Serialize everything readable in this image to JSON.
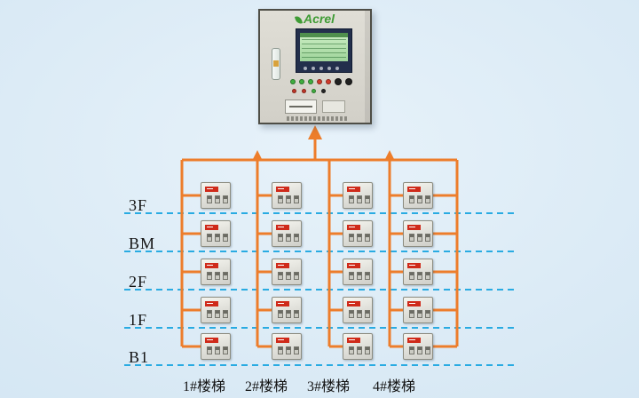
{
  "cabinet": {
    "brand": "Acrel"
  },
  "floors": [
    {
      "label": "3F"
    },
    {
      "label": "BM"
    },
    {
      "label": "2F"
    },
    {
      "label": "1F"
    },
    {
      "label": "B1"
    }
  ],
  "stairs": [
    {
      "label": "1#楼梯"
    },
    {
      "label": "2#楼梯"
    },
    {
      "label": "3#楼梯"
    },
    {
      "label": "4#楼梯"
    }
  ],
  "device_grid": {
    "rows": 5,
    "columns": 4,
    "device_count": 20
  },
  "colors": {
    "bus_line": "#ed7d2b",
    "floor_divider": "#29abe2",
    "device_tag": "#cf2a1a",
    "brand_green": "#3f9c35"
  }
}
